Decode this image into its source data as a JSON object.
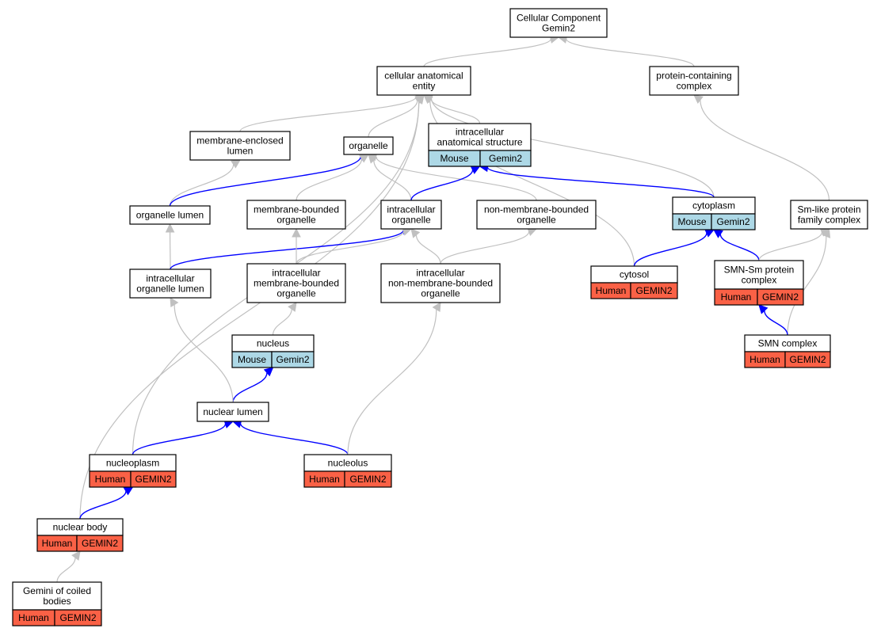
{
  "colors": {
    "mouse_fill": "#add8e6",
    "human_fill": "#fa6146",
    "node_fill": "#ffffff",
    "node_stroke": "#000000",
    "edge_is_a": "#c0c0c0",
    "edge_annotation": "#0000ff"
  },
  "nodes": {
    "root": {
      "lines": [
        "Cellular Component",
        "Gemin2"
      ]
    },
    "cae": {
      "lines": [
        "cellular anatomical",
        "entity"
      ]
    },
    "pcc": {
      "lines": [
        "protein-containing",
        "complex"
      ]
    },
    "mel": {
      "lines": [
        "membrane-enclosed",
        "lumen"
      ]
    },
    "organelle": {
      "lines": [
        "organelle"
      ]
    },
    "ias": {
      "lines": [
        "intracellular",
        "anatomical structure"
      ],
      "cells": [
        "Mouse",
        "Gemin2"
      ]
    },
    "olumen": {
      "lines": [
        "organelle lumen"
      ]
    },
    "mbo": {
      "lines": [
        "membrane-bounded",
        "organelle"
      ]
    },
    "io": {
      "lines": [
        "intracellular",
        "organelle"
      ]
    },
    "nmbo": {
      "lines": [
        "non-membrane-bounded",
        "organelle"
      ]
    },
    "cytoplasm": {
      "lines": [
        "cytoplasm"
      ],
      "cells": [
        "Mouse",
        "Gemin2"
      ]
    },
    "smlike": {
      "lines": [
        "Sm-like protein",
        "family complex"
      ]
    },
    "iol": {
      "lines": [
        "intracellular",
        "organelle lumen"
      ]
    },
    "imbo": {
      "lines": [
        "intracellular",
        "membrane-bounded",
        "organelle"
      ]
    },
    "inmbo": {
      "lines": [
        "intracellular",
        "non-membrane-bounded",
        "organelle"
      ]
    },
    "cytosol": {
      "lines": [
        "cytosol"
      ],
      "cells": [
        "Human",
        "GEMIN2"
      ]
    },
    "smnsm": {
      "lines": [
        "SMN-Sm protein",
        "complex"
      ],
      "cells": [
        "Human",
        "GEMIN2"
      ]
    },
    "nucleus": {
      "lines": [
        "nucleus"
      ],
      "cells": [
        "Mouse",
        "Gemin2"
      ]
    },
    "smn": {
      "lines": [
        "SMN complex"
      ],
      "cells": [
        "Human",
        "GEMIN2"
      ]
    },
    "nlumen": {
      "lines": [
        "nuclear lumen"
      ]
    },
    "nucleoplasm": {
      "lines": [
        "nucleoplasm"
      ],
      "cells": [
        "Human",
        "GEMIN2"
      ]
    },
    "nucleolus": {
      "lines": [
        "nucleolus"
      ],
      "cells": [
        "Human",
        "GEMIN2"
      ]
    },
    "nbody": {
      "lines": [
        "nuclear body"
      ],
      "cells": [
        "Human",
        "GEMIN2"
      ]
    },
    "gems": {
      "lines": [
        "Gemini of coiled",
        "bodies"
      ],
      "cells": [
        "Human",
        "GEMIN2"
      ]
    }
  },
  "edges": [
    {
      "from": "cae",
      "to": "root",
      "kind": "is_a"
    },
    {
      "from": "pcc",
      "to": "root",
      "kind": "is_a"
    },
    {
      "from": "mel",
      "to": "cae",
      "kind": "is_a"
    },
    {
      "from": "organelle",
      "to": "cae",
      "kind": "is_a"
    },
    {
      "from": "ias",
      "to": "cae",
      "kind": "is_a"
    },
    {
      "from": "cytoplasm",
      "to": "cae",
      "kind": "is_a"
    },
    {
      "from": "cytosol",
      "to": "cae",
      "kind": "is_a"
    },
    {
      "from": "nucleoplasm",
      "to": "cae",
      "kind": "is_a"
    },
    {
      "from": "nbody",
      "to": "cae",
      "kind": "is_a"
    },
    {
      "from": "smlike",
      "to": "pcc",
      "kind": "is_a"
    },
    {
      "from": "olumen",
      "to": "mel",
      "kind": "is_a"
    },
    {
      "from": "olumen",
      "to": "organelle",
      "kind": "annotation"
    },
    {
      "from": "mbo",
      "to": "organelle",
      "kind": "is_a"
    },
    {
      "from": "io",
      "to": "organelle",
      "kind": "is_a"
    },
    {
      "from": "nmbo",
      "to": "organelle",
      "kind": "is_a"
    },
    {
      "from": "io",
      "to": "ias",
      "kind": "annotation"
    },
    {
      "from": "cytoplasm",
      "to": "ias",
      "kind": "annotation"
    },
    {
      "from": "iol",
      "to": "olumen",
      "kind": "is_a"
    },
    {
      "from": "iol",
      "to": "io",
      "kind": "annotation"
    },
    {
      "from": "imbo",
      "to": "mbo",
      "kind": "is_a"
    },
    {
      "from": "imbo",
      "to": "io",
      "kind": "is_a"
    },
    {
      "from": "inmbo",
      "to": "io",
      "kind": "is_a"
    },
    {
      "from": "inmbo",
      "to": "nmbo",
      "kind": "is_a"
    },
    {
      "from": "cytosol",
      "to": "cytoplasm",
      "kind": "annotation"
    },
    {
      "from": "smnsm",
      "to": "cytoplasm",
      "kind": "annotation"
    },
    {
      "from": "smnsm",
      "to": "smlike",
      "kind": "is_a"
    },
    {
      "from": "smn",
      "to": "smlike",
      "kind": "is_a"
    },
    {
      "from": "smn",
      "to": "smnsm",
      "kind": "annotation"
    },
    {
      "from": "nucleus",
      "to": "imbo",
      "kind": "is_a"
    },
    {
      "from": "nlumen",
      "to": "nucleus",
      "kind": "annotation"
    },
    {
      "from": "nlumen",
      "to": "iol",
      "kind": "is_a"
    },
    {
      "from": "nucleoplasm",
      "to": "nlumen",
      "kind": "annotation"
    },
    {
      "from": "nucleolus",
      "to": "nlumen",
      "kind": "annotation"
    },
    {
      "from": "nucleolus",
      "to": "inmbo",
      "kind": "is_a"
    },
    {
      "from": "nbody",
      "to": "nucleoplasm",
      "kind": "annotation"
    },
    {
      "from": "gems",
      "to": "nbody",
      "kind": "is_a"
    }
  ]
}
